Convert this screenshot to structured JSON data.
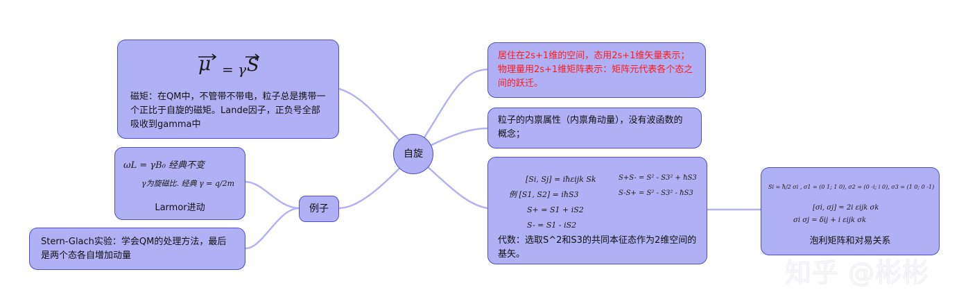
{
  "center": {
    "label": "自旋"
  },
  "example": {
    "label": "例子"
  },
  "magnetic_moment": {
    "formula_image": {
      "mu": "μ",
      "eq": "= γ",
      "s": "S"
    },
    "text": "磁矩：在QM中，不管带不带电，粒子总是携带一个正比于自旋的磁矩。Lande因子，正负号全部吸收到gamma中"
  },
  "larmor": {
    "handwriting_line1": "ωL = γB₀   经典不变",
    "handwriting_line2": "γ为旋磁比. 经典 γ = q/2m",
    "label": "Larmor进动"
  },
  "stern_gerlach": {
    "text": "Stern-Glach实验：学会QM的处理方法，最后是两个态各自增加动量"
  },
  "space": {
    "text": "居住在2s+1维的空间，态用2s+1维矢量表示；物理量用2s+1维矩阵表示：矩阵元代表各个态之间的跃迁。"
  },
  "intrinsic": {
    "text": "粒子的内禀属性（内禀角动量），没有波函数的概念；"
  },
  "algebra": {
    "handwriting": {
      "l1": "[Si, Sj] = iħεijk Sk",
      "l2": "S+S- = S² - S3² + ħS3",
      "l3": "例 [S1, S2] = iħS3",
      "l4": "S-S+ = S² - S3² - ħS3",
      "l5": "S+ = S1 + iS2",
      "l6": "S- = S1 - iS2"
    },
    "text": "代数：选取S^2和S3的共同本征态作为2维空间的基矢。"
  },
  "pauli": {
    "handwriting": {
      "l1": "Si = ħ/2 σi ,  σ1 = (0 1; 1 0), σ2 = (0 -i; i 0), σ3 = (1 0; 0 -1)",
      "l2": "[σi, σj] = 2i εijk σk",
      "l3": "σi σj = δij + i εijk σk"
    },
    "label": "泡利矩阵和对易关系"
  },
  "watermark": "知乎 @彬彬",
  "colors": {
    "node_fill": "#b0b0f4",
    "node_border": "#4d4dd0",
    "link": "#b3b3f0",
    "red_text": "#ff1a1a"
  }
}
